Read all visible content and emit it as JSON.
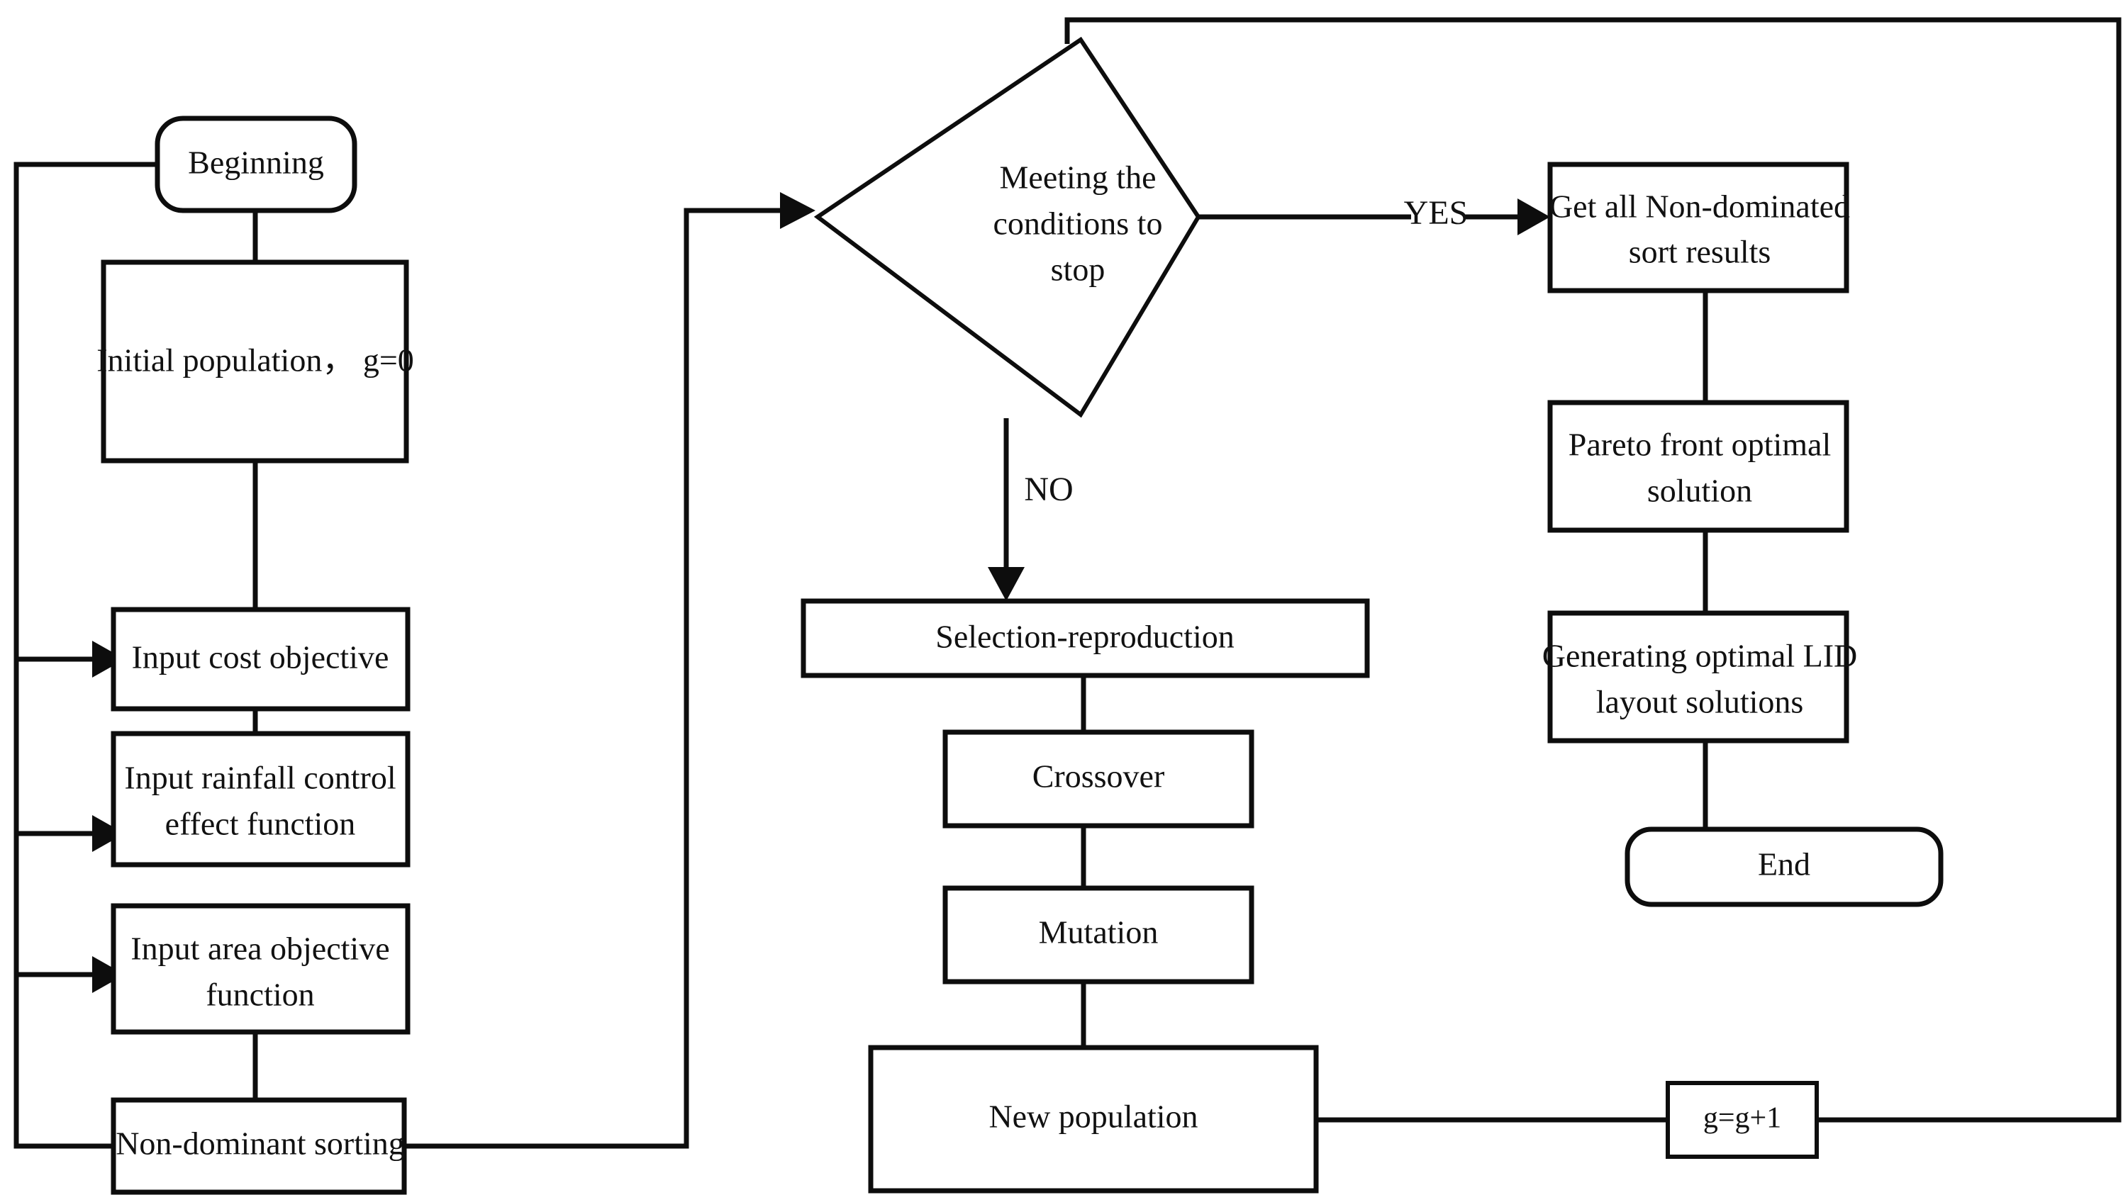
{
  "diagram": {
    "title": "NSGA-II LID layout optimization flowchart",
    "colors": {
      "stroke": "#0d0d0d",
      "fill": "#ffffff",
      "text": "#111111"
    },
    "nodes": {
      "beginning": {
        "label": "Beginning",
        "shape": "rounded-terminator"
      },
      "initial_population": {
        "label": "Initial population，  g=0",
        "shape": "rectangle"
      },
      "input_cost": {
        "label": "Input cost objective",
        "shape": "rectangle"
      },
      "input_rainfall_line1": {
        "label": "Input rainfall control",
        "shape": "rectangle"
      },
      "input_rainfall_line2": {
        "label": "effect function"
      },
      "input_area_line1": {
        "label": "Input area objective",
        "shape": "rectangle"
      },
      "input_area_line2": {
        "label": "function"
      },
      "non_dominant_sorting": {
        "label": "Non-dominant sorting",
        "shape": "rectangle"
      },
      "decision_line1": {
        "label": "Meeting the",
        "shape": "diamond"
      },
      "decision_line2": {
        "label": "conditions to"
      },
      "decision_line3": {
        "label": "stop"
      },
      "selection_reproduction": {
        "label": "Selection-reproduction",
        "shape": "rectangle"
      },
      "crossover": {
        "label": "Crossover",
        "shape": "rectangle"
      },
      "mutation": {
        "label": "Mutation",
        "shape": "rectangle"
      },
      "new_population": {
        "label": "New population",
        "shape": "rectangle"
      },
      "generation_counter": {
        "label": "g=g+1",
        "shape": "rectangle"
      },
      "get_all_line1": {
        "label": "Get all Non-dominated",
        "shape": "rectangle"
      },
      "get_all_line2": {
        "label": "sort results"
      },
      "pareto_line1": {
        "label": "Pareto front optimal",
        "shape": "rectangle"
      },
      "pareto_line2": {
        "label": "solution"
      },
      "generating_line1": {
        "label": "Generating optimal LID",
        "shape": "rectangle"
      },
      "generating_line2": {
        "label": "layout solutions"
      },
      "end": {
        "label": "End",
        "shape": "rounded-terminator"
      }
    },
    "edge_labels": {
      "yes": "YES",
      "no": "NO"
    }
  }
}
